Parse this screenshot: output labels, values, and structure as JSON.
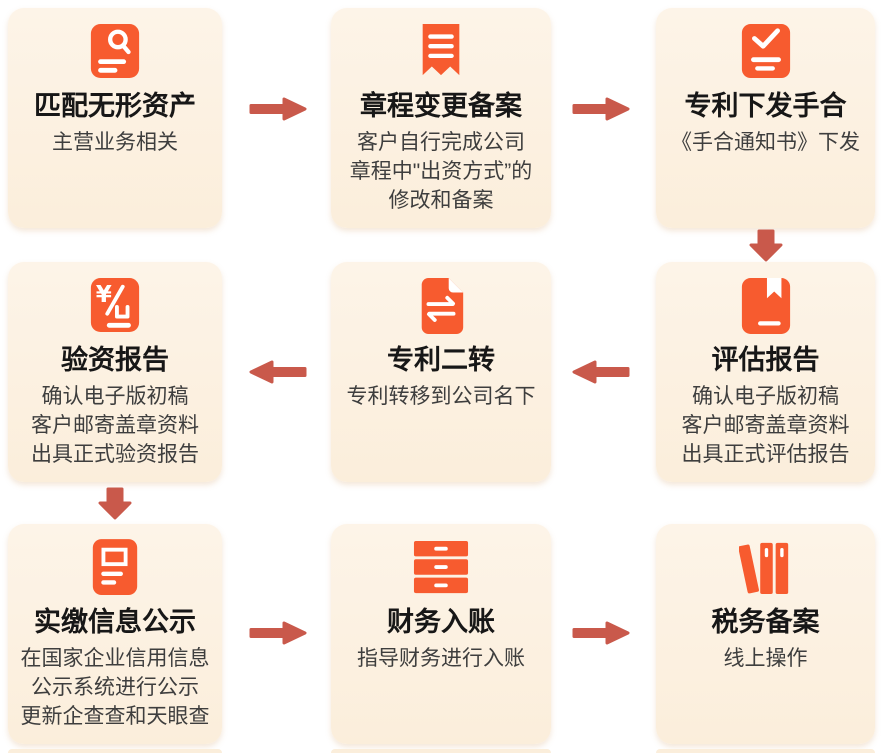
{
  "colors": {
    "page_bg": "#ffffff",
    "card_bg_top": "#fdf4e8",
    "card_bg_bottom": "#fbeedb",
    "icon_orange": "#f75b2f",
    "arrow_red": "#c9594b",
    "title_color": "#171717",
    "desc_color": "#3e3e3e"
  },
  "flow": {
    "steps": [
      {
        "icon": "doc-search-icon",
        "title": "匹配无形资产",
        "desc": [
          "主营业务相关"
        ]
      },
      {
        "icon": "ribbon-receipt-icon",
        "title": "章程变更备案",
        "desc": [
          "客户自行完成公司",
          "章程中\"出资方式”的",
          "修改和备案"
        ]
      },
      {
        "icon": "check-doc-icon",
        "title": "专利下发手合",
        "desc": [
          "《手合通知书》下发"
        ]
      },
      {
        "icon": "book-bookmark-icon",
        "title": "评估报告",
        "desc": [
          "确认电子版初稿",
          "客户邮寄盖章资料",
          "出具正式评估报告"
        ]
      },
      {
        "icon": "doc-transfer-icon",
        "title": "专利二转",
        "desc": [
          "专利转移到公司名下"
        ]
      },
      {
        "icon": "yuan-verify-icon",
        "title": "验资报告",
        "desc": [
          "确认电子版初稿",
          "客户邮寄盖章资料",
          "出具正式验资报告"
        ]
      },
      {
        "icon": "announce-doc-icon",
        "title": "实缴信息公示",
        "desc": [
          "在国家企业信用信息",
          "公示系统进行公示",
          "更新企查查和天眼查"
        ]
      },
      {
        "icon": "drawers-icon",
        "title": "财务入账",
        "desc": [
          "指导财务进行入账"
        ]
      },
      {
        "icon": "books-icon",
        "title": "税务备案",
        "desc": [
          "线上操作"
        ]
      }
    ]
  }
}
